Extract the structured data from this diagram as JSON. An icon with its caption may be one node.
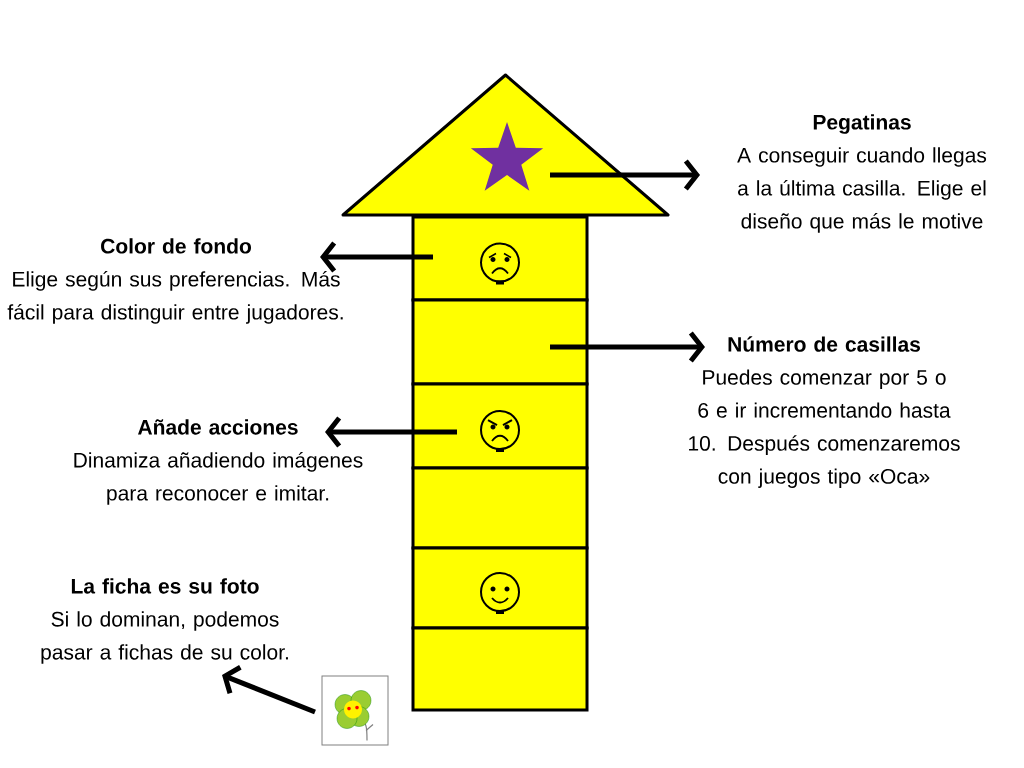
{
  "diagram": {
    "nodes": [
      {
        "text": [],
        "shape": "triangle"
      },
      {
        "text": [],
        "shape": "box"
      },
      {
        "text": [],
        "shape": "box"
      },
      {
        "text": [],
        "shape": "box"
      },
      {
        "text": [],
        "shape": "box"
      },
      {
        "text": [],
        "shape": "box"
      },
      {
        "text": [],
        "shape": "box"
      },
      {
        "text": [
          "Pegatinas",
          "A conseguir cuando llegas a la última casilla. Elige el diseño que más le motive"
        ]
      },
      {
        "text": [
          "Color de fondo",
          "Elige según sus preferencias. Más fácil para distinguir entre jugadores."
        ]
      },
      {
        "text": [
          "Número de casillas",
          "Puedes comenzar por 5 o 6 e ir incrementando hasta 10. Después comenzaremos con juegos tipo «Oca»"
        ]
      },
      {
        "text": [
          "Añade acciones",
          "Dinamiza añadiendo imágenes para reconocer e imitar."
        ]
      },
      {
        "text": [
          "La ficha es su foto",
          "Si lo dominan, podemos pasar a fichas de su color."
        ]
      },
      {
        "text": [],
        "shape": "picture"
      }
    ],
    "edges": [
      {
        "from": 0,
        "to": 7,
        "arrow": "to"
      },
      {
        "from": 1,
        "to": 8,
        "arrow": "to"
      },
      {
        "from": 2,
        "to": 9,
        "arrow": "to"
      },
      {
        "from": 3,
        "to": 10,
        "arrow": "to"
      },
      {
        "from": 12,
        "to": 11,
        "arrow": "to"
      }
    ]
  }
}
